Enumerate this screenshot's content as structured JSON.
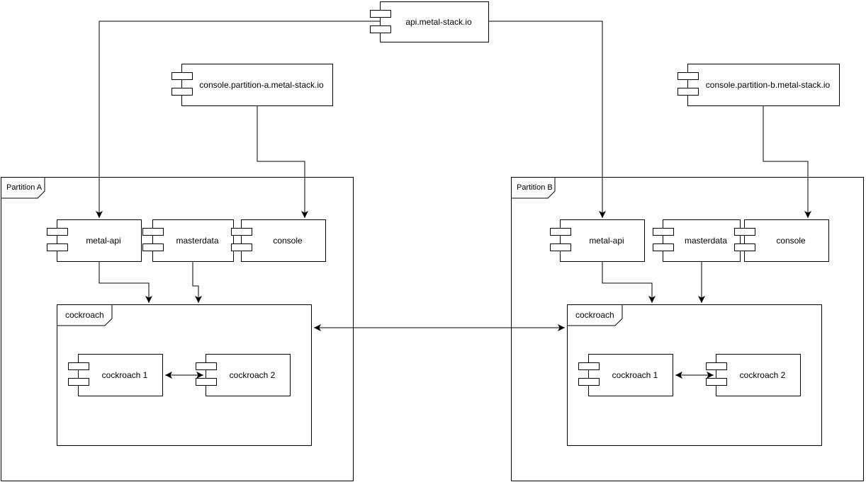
{
  "diagram": {
    "type": "uml-component-diagram",
    "background_color": "#ffffff",
    "stroke_color": "#000000",
    "nodes": {
      "api": {
        "label": "api.metal-stack.io",
        "kind": "component"
      },
      "console_a": {
        "label": "console.partition-a.metal-stack.io",
        "kind": "component"
      },
      "console_b": {
        "label": "console.partition-b.metal-stack.io",
        "kind": "component"
      },
      "partition_a": {
        "label": "Partition A",
        "kind": "frame"
      },
      "partition_b": {
        "label": "Partition B",
        "kind": "frame"
      },
      "a_metal_api": {
        "label": "metal-api",
        "kind": "component"
      },
      "a_masterdata": {
        "label": "masterdata",
        "kind": "component"
      },
      "a_console": {
        "label": "console",
        "kind": "component"
      },
      "a_cockroach": {
        "label": "cockroach",
        "kind": "package"
      },
      "a_cockroach1": {
        "label": "cockroach 1",
        "kind": "component"
      },
      "a_cockroach2": {
        "label": "cockroach 2",
        "kind": "component"
      },
      "b_metal_api": {
        "label": "metal-api",
        "kind": "component"
      },
      "b_masterdata": {
        "label": "masterdata",
        "kind": "component"
      },
      "b_console": {
        "label": "console",
        "kind": "component"
      },
      "b_cockroach": {
        "label": "cockroach",
        "kind": "package"
      },
      "b_cockroach1": {
        "label": "cockroach 1",
        "kind": "component"
      },
      "b_cockroach2": {
        "label": "cockroach 2",
        "kind": "component"
      }
    },
    "edges": [
      {
        "from": "api",
        "to": "a_metal_api",
        "style": "arrow"
      },
      {
        "from": "api",
        "to": "b_metal_api",
        "style": "arrow"
      },
      {
        "from": "console_a",
        "to": "a_console",
        "style": "arrow"
      },
      {
        "from": "console_b",
        "to": "b_console",
        "style": "arrow"
      },
      {
        "from": "a_metal_api",
        "to": "a_cockroach",
        "style": "arrow"
      },
      {
        "from": "a_masterdata",
        "to": "a_cockroach",
        "style": "arrow"
      },
      {
        "from": "b_metal_api",
        "to": "b_cockroach",
        "style": "arrow"
      },
      {
        "from": "b_masterdata",
        "to": "b_cockroach",
        "style": "arrow"
      },
      {
        "from": "a_cockroach1",
        "to": "a_cockroach2",
        "style": "double-arrow"
      },
      {
        "from": "b_cockroach1",
        "to": "b_cockroach2",
        "style": "double-arrow"
      },
      {
        "from": "a_cockroach",
        "to": "b_cockroach",
        "style": "double-arrow"
      }
    ]
  }
}
